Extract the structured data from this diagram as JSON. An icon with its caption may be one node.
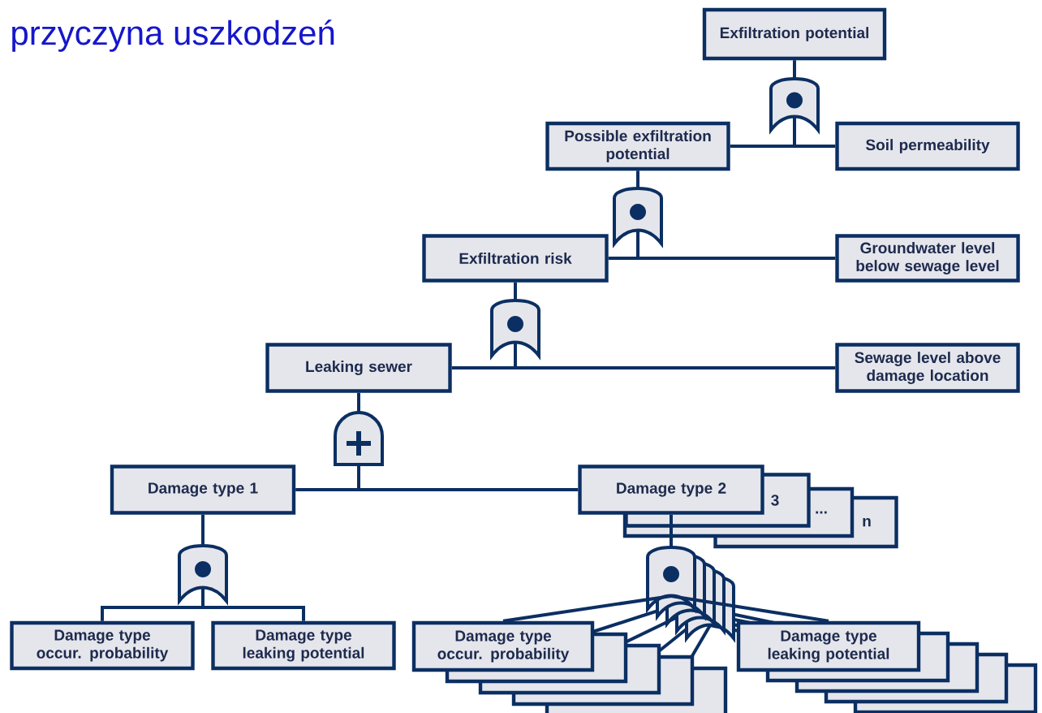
{
  "diagram": {
    "title": "przyczyna uszkodzeń",
    "nodes": [
      {
        "text": [
          "Exfiltration potential"
        ]
      },
      {
        "text": [],
        "shape": "gate"
      },
      {
        "text": [
          "Possible exfiltration potential"
        ]
      },
      {
        "text": [
          "Soil permeability"
        ]
      },
      {
        "text": [],
        "shape": "gate"
      },
      {
        "text": [
          "Exfiltration risk"
        ]
      },
      {
        "text": [
          "Groundwater level below sewage level"
        ]
      },
      {
        "text": [],
        "shape": "gate"
      },
      {
        "text": [
          "Leaking sewer"
        ]
      },
      {
        "text": [
          "Sewage level above damage location"
        ]
      },
      {
        "text": [],
        "shape": "plus"
      },
      {
        "text": [
          "Damage type 1"
        ]
      },
      {
        "text": [
          "Damage type 2"
        ]
      },
      {
        "text": [],
        "shape": "gate"
      },
      {
        "text": [
          "Damage type occur. probability"
        ]
      },
      {
        "text": [
          "Damage type leaking potential"
        ]
      },
      {
        "text": [],
        "shape": "gate"
      },
      {
        "text": [
          "Damage type occur. probability"
        ]
      },
      {
        "text": [
          "Damage type leaking potential"
        ]
      }
    ],
    "edges": [
      {
        "from": 0,
        "to": 1,
        "arrow": "none"
      },
      {
        "from": 1,
        "to": 2,
        "arrow": "none"
      },
      {
        "from": 1,
        "to": 3,
        "arrow": "none"
      },
      {
        "from": 2,
        "to": 4,
        "arrow": "none"
      },
      {
        "from": 4,
        "to": 5,
        "arrow": "none"
      },
      {
        "from": 4,
        "to": 6,
        "arrow": "none"
      },
      {
        "from": 5,
        "to": 7,
        "arrow": "none"
      },
      {
        "from": 7,
        "to": 8,
        "arrow": "none"
      },
      {
        "from": 7,
        "to": 9,
        "arrow": "none"
      },
      {
        "from": 8,
        "to": 10,
        "arrow": "none"
      },
      {
        "from": 10,
        "to": 11,
        "arrow": "none"
      },
      {
        "from": 10,
        "to": 12,
        "arrow": "none"
      },
      {
        "from": 11,
        "to": 13,
        "arrow": "none"
      },
      {
        "from": 13,
        "to": 14,
        "arrow": "none"
      },
      {
        "from": 13,
        "to": 15,
        "arrow": "none"
      },
      {
        "from": 12,
        "to": 16,
        "arrow": "none"
      },
      {
        "from": 16,
        "to": 17,
        "arrow": "none"
      },
      {
        "from": 16,
        "to": 18,
        "arrow": "none"
      }
    ],
    "labels": [
      "3",
      "...",
      "n"
    ]
  }
}
